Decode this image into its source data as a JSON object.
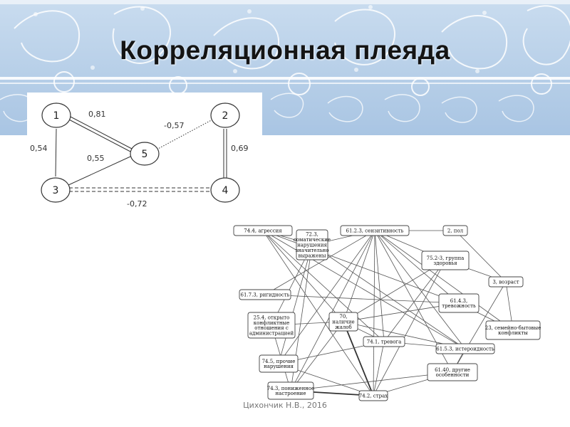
{
  "slide": {
    "title": "Корреляционная плеяда",
    "author": "Цихончик Н.В., 2016"
  },
  "diagram_small": {
    "nodes": [
      {
        "id": "1",
        "label": "1"
      },
      {
        "id": "2",
        "label": "2"
      },
      {
        "id": "3",
        "label": "3"
      },
      {
        "id": "4",
        "label": "4"
      },
      {
        "id": "5",
        "label": "5"
      }
    ],
    "edges": [
      {
        "from": "1",
        "to": "5",
        "label": "0,81",
        "style": "double"
      },
      {
        "from": "1",
        "to": "3",
        "label": "0,54",
        "style": "single"
      },
      {
        "from": "3",
        "to": "5",
        "label": "0,55",
        "style": "single"
      },
      {
        "from": "5",
        "to": "2",
        "label": "-0,57",
        "style": "dotted"
      },
      {
        "from": "2",
        "to": "4",
        "label": "0,69",
        "style": "double"
      },
      {
        "from": "3",
        "to": "4",
        "label": "-0,72",
        "style": "double-dashed"
      }
    ]
  },
  "diagram_large": {
    "nodes": [
      {
        "id": "n1",
        "lines": [
          "74.4, агрессия"
        ]
      },
      {
        "id": "n2",
        "lines": [
          "72.3,",
          "соматические",
          "нарушения",
          "значительно",
          "выражены"
        ]
      },
      {
        "id": "n3",
        "lines": [
          "61.2.3, сензитивность"
        ]
      },
      {
        "id": "n4",
        "lines": [
          "2, пол"
        ]
      },
      {
        "id": "n5",
        "lines": [
          "75.2-3, группа",
          "здоровья"
        ]
      },
      {
        "id": "n6",
        "lines": [
          "3, возраст"
        ]
      },
      {
        "id": "n7",
        "lines": [
          "61.7.3, ригидность"
        ]
      },
      {
        "id": "n8",
        "lines": [
          "61.4.3,",
          "тревожность"
        ]
      },
      {
        "id": "n9",
        "lines": [
          "25.4, открыто",
          "конфликтные",
          "отношения с",
          "администрацией"
        ]
      },
      {
        "id": "n10",
        "lines": [
          "70,",
          "наличие",
          "жалоб"
        ]
      },
      {
        "id": "n11",
        "lines": [
          "23, семейно-бытовые",
          "конфликты"
        ]
      },
      {
        "id": "n12",
        "lines": [
          "74.1, тревога"
        ]
      },
      {
        "id": "n13",
        "lines": [
          "61.5.3, истероидность"
        ]
      },
      {
        "id": "n14",
        "lines": [
          "74.5, прочие",
          "нарушения"
        ]
      },
      {
        "id": "n15",
        "lines": [
          "61.40, другие",
          "особенности"
        ]
      },
      {
        "id": "n16",
        "lines": [
          "74.3, пониженное",
          "настроение"
        ]
      },
      {
        "id": "n17",
        "lines": [
          "74.2, страх"
        ]
      }
    ]
  }
}
